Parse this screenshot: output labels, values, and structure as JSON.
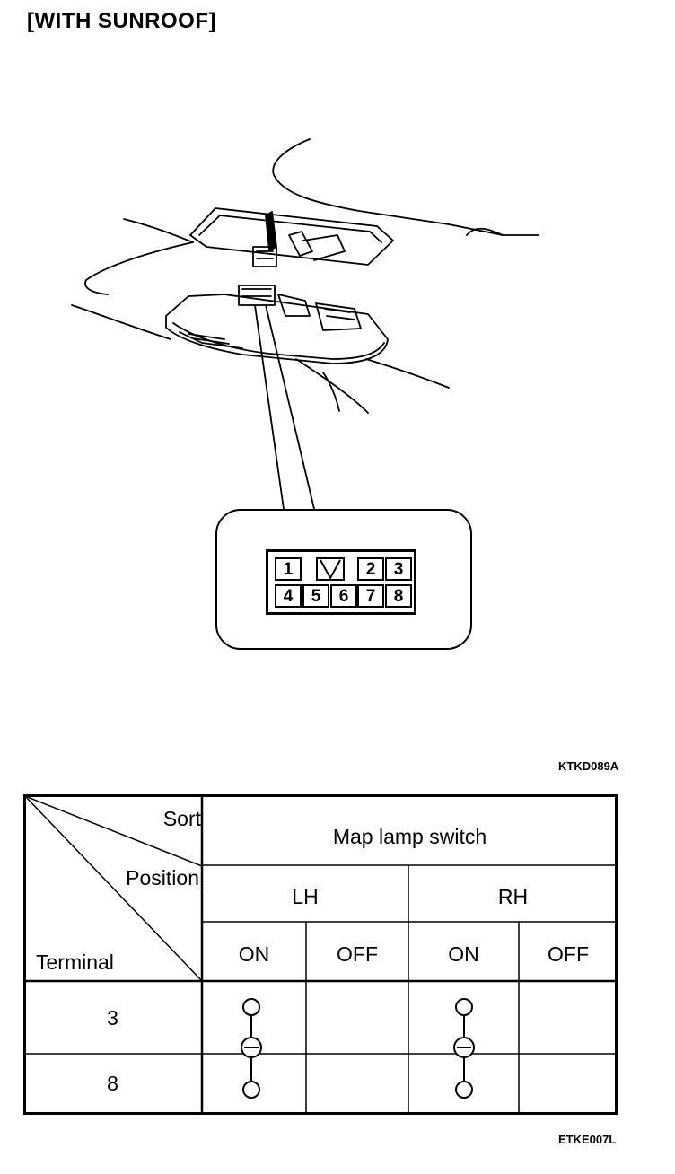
{
  "heading": "[WITH SUNROOF]",
  "figure1": {
    "code": "KTKD089A",
    "connector_pins": [
      "1",
      "2",
      "3",
      "4",
      "5",
      "6",
      "7",
      "8"
    ]
  },
  "table": {
    "corner": {
      "sort": "Sort",
      "position": "Position",
      "terminal": "Terminal"
    },
    "title": "Map lamp switch",
    "groups": [
      "LH",
      "RH"
    ],
    "positions": [
      "ON",
      "OFF",
      "ON",
      "OFF"
    ],
    "terminals": [
      "3",
      "8"
    ],
    "continuity": [
      {
        "group": "LH",
        "position": "ON",
        "terminals": [
          "3",
          "8"
        ],
        "load": "lamp"
      },
      {
        "group": "RH",
        "position": "ON",
        "terminals": [
          "3",
          "8"
        ],
        "load": "lamp"
      }
    ]
  },
  "figure2": {
    "code": "ETKE007L"
  }
}
